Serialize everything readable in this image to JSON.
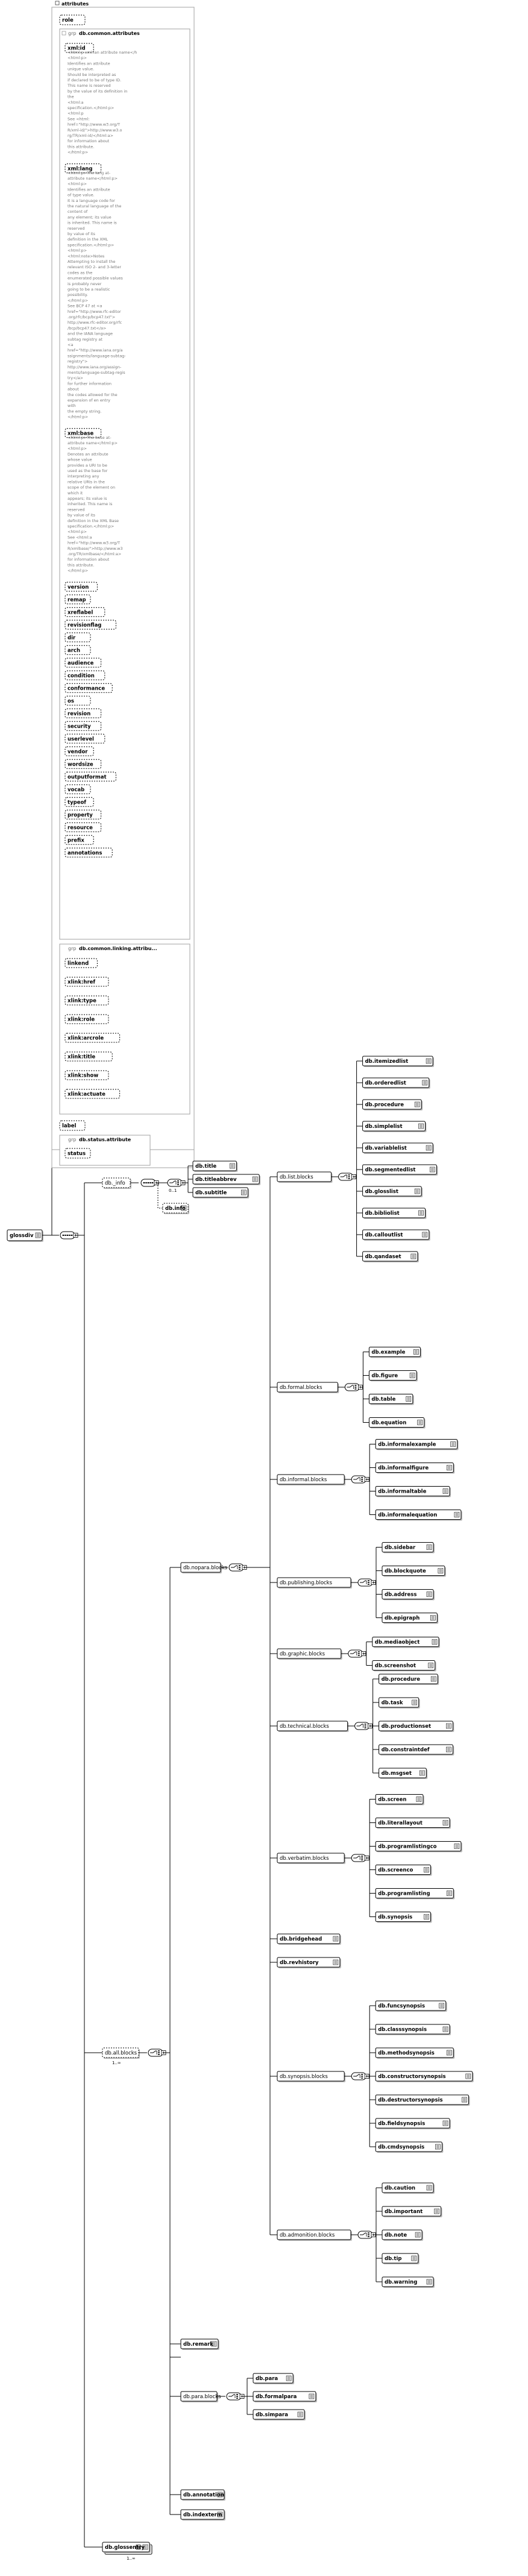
{
  "root": {
    "label": "glossdiv"
  },
  "attributes": {
    "title": "attributes",
    "role": "role",
    "common_group": "db.common.attributes",
    "common_items": [
      {
        "label": "xml:id",
        "doc": [
          "<html:p xml:lan attribute name</h",
          "<html:p>",
          "Identifies an attribute",
          "unique value.",
          "Should be interpreted as",
          "if declared to be of type ID.",
          "This name is reserved",
          "by the value of its definition in",
          "the",
          "<html:a",
          "specification.</html:p>",
          "<html:p",
          "See <html:",
          "href=\"http://www.w3.org/T",
          "R/xml-id/\">http://www.w3.o",
          "rg/TR/xml-id/</html:a>",
          "for information about",
          "this attribute.",
          "</html:p>"
        ]
      },
      {
        "label": "xml:lang",
        "doc": [
          "<html:p>The lang at-",
          "attribute name</html:p>",
          "<html:p>",
          "Identifies an attribute",
          "of type value.",
          "It is a language code for",
          "the natural language of the",
          "content of",
          "any element; its value",
          "is inherited. This name is",
          "reserved",
          "by value of its",
          "definition in the XML",
          "specification.</html:p>",
          "<html:p>",
          "<html:note>Notes",
          "Attempting to install the",
          "relevant ISO 2- and 3-letter",
          "codes as the",
          "enumerated possible values",
          "is probably never",
          "going to be a realistic",
          "possibility.",
          "</html:p>",
          "See BCP 47 at <a",
          "href=\"http://www.rfc-editor",
          ".org/rfc/bcp/bcp47.txt\">",
          "http://www.rfc-editor.org/rfc",
          "/bcp/bcp47.txt</a>",
          "and the IANA language",
          "subtag registry at",
          "<a",
          "href=\"http://www.iana.org/a",
          "ssignments/language-subtag-",
          "registry\">",
          "http://www.iana.org/assign-",
          "ments/language-subtag-regis",
          "try</a>",
          "for further information",
          "about",
          "the codes allowed for the",
          "expansion of en entry",
          "with",
          "the empty string.",
          "</html:p>"
        ]
      },
      {
        "label": "xml:base",
        "doc": [
          "<html:p>The base at-",
          "attribute name</html:p>",
          "<html:p>",
          "Denotes an attribute",
          "whose value",
          "provides a URI to be",
          "used as the base for",
          "interpreting any",
          "relative URIs in the",
          "scope of the element on",
          "which it",
          "appears; its value is",
          "inherited. This name is",
          "reserved",
          "by value of its",
          "definition in the XML Base",
          "specification.</html:p>",
          "<html:p>",
          "See <html:a",
          "href=\"http://www.w3.org/T",
          "R/xmlbase/\">http://www.w3",
          ".org/TR/xmlbase/</html:a>",
          "for information about",
          "this attribute.",
          "</html:p>"
        ]
      },
      {
        "label": "version"
      },
      {
        "label": "remap"
      },
      {
        "label": "xreflabel"
      },
      {
        "label": "revisionflag"
      },
      {
        "label": "dir"
      },
      {
        "label": "arch"
      },
      {
        "label": "audience"
      },
      {
        "label": "condition"
      },
      {
        "label": "conformance"
      },
      {
        "label": "os"
      },
      {
        "label": "revision"
      },
      {
        "label": "security"
      },
      {
        "label": "userlevel"
      },
      {
        "label": "vendor"
      },
      {
        "label": "wordsize"
      },
      {
        "label": "outputformat"
      },
      {
        "label": "vocab"
      },
      {
        "label": "typeof"
      },
      {
        "label": "property"
      },
      {
        "label": "resource"
      },
      {
        "label": "prefix"
      },
      {
        "label": "annotations"
      }
    ],
    "linking_group": "db.common.linking.attribu...",
    "linking_items": [
      {
        "label": "linkend"
      },
      {
        "label": "xlink:href"
      },
      {
        "label": "xlink:type"
      },
      {
        "label": "xlink:role"
      },
      {
        "label": "xlink:arcrole"
      },
      {
        "label": "xlink:title"
      },
      {
        "label": "xlink:show"
      },
      {
        "label": "xlink:actuate"
      }
    ],
    "label": "label",
    "status_group": "db.status.attribute",
    "status": "status"
  },
  "info": {
    "label": "db._info",
    "items": [
      "db.title",
      "db.titleabbrev",
      "db.subtitle"
    ],
    "card": "0..1",
    "db_info": "db.info"
  },
  "all_blocks": {
    "label": "db.all.blocks",
    "card": "1..∞"
  },
  "nopara": {
    "label": "db.nopara.blocks"
  },
  "groups": [
    {
      "label": "db.list.blocks",
      "items": [
        "db.itemizedlist",
        "db.orderedlist",
        "db.procedure",
        "db.simplelist",
        "db.variablelist",
        "db.segmentedlist",
        "db.glosslist",
        "db.bibliolist",
        "db.calloutlist",
        "db.qandaset"
      ]
    },
    {
      "label": "db.formal.blocks",
      "items": [
        "db.example",
        "db.figure",
        "db.table",
        "db.equation"
      ]
    },
    {
      "label": "db.informal.blocks",
      "items": [
        "db.informalexample",
        "db.informalfigure",
        "db.informaltable",
        "db.informalequation"
      ]
    },
    {
      "label": "db.publishing.blocks",
      "items": [
        "db.sidebar",
        "db.blockquote",
        "db.address",
        "db.epigraph"
      ]
    },
    {
      "label": "db.graphic.blocks",
      "items": [
        "db.mediaobject",
        "db.screenshot"
      ]
    },
    {
      "label": "db.technical.blocks",
      "items": [
        "db.procedure",
        "db.task",
        "db.productionset",
        "db.constraintdef",
        "db.msgset"
      ]
    },
    {
      "label": "db.verbatim.blocks",
      "items": [
        "db.screen",
        "db.literallayout",
        "db.programlistingco",
        "db.screenco",
        "db.programlisting",
        "db.synopsis"
      ]
    },
    {
      "label": "db.bridgehead",
      "items": []
    },
    {
      "label": "db.revhistory",
      "items": []
    },
    {
      "label": "db.synopsis.blocks",
      "items": [
        "db.funcsynopsis",
        "db.classsynopsis",
        "db.methodsynopsis",
        "db.constructorsynopsis",
        "db.destructorsynopsis",
        "db.fieldsynopsis",
        "db.cmdsynopsis"
      ]
    },
    {
      "label": "db.admonition.blocks",
      "items": [
        "db.caution",
        "db.important",
        "db.note",
        "db.tip",
        "db.warning"
      ]
    }
  ],
  "remark": "db.remark",
  "para": {
    "label": "db.para.blocks",
    "items": [
      "db.para",
      "db.formalpara",
      "db.simpara"
    ]
  },
  "annotation": "db.annotation",
  "indexterm": "db.indexterm",
  "glossentry": {
    "label": "db.glossentry",
    "card": "1..∞"
  }
}
